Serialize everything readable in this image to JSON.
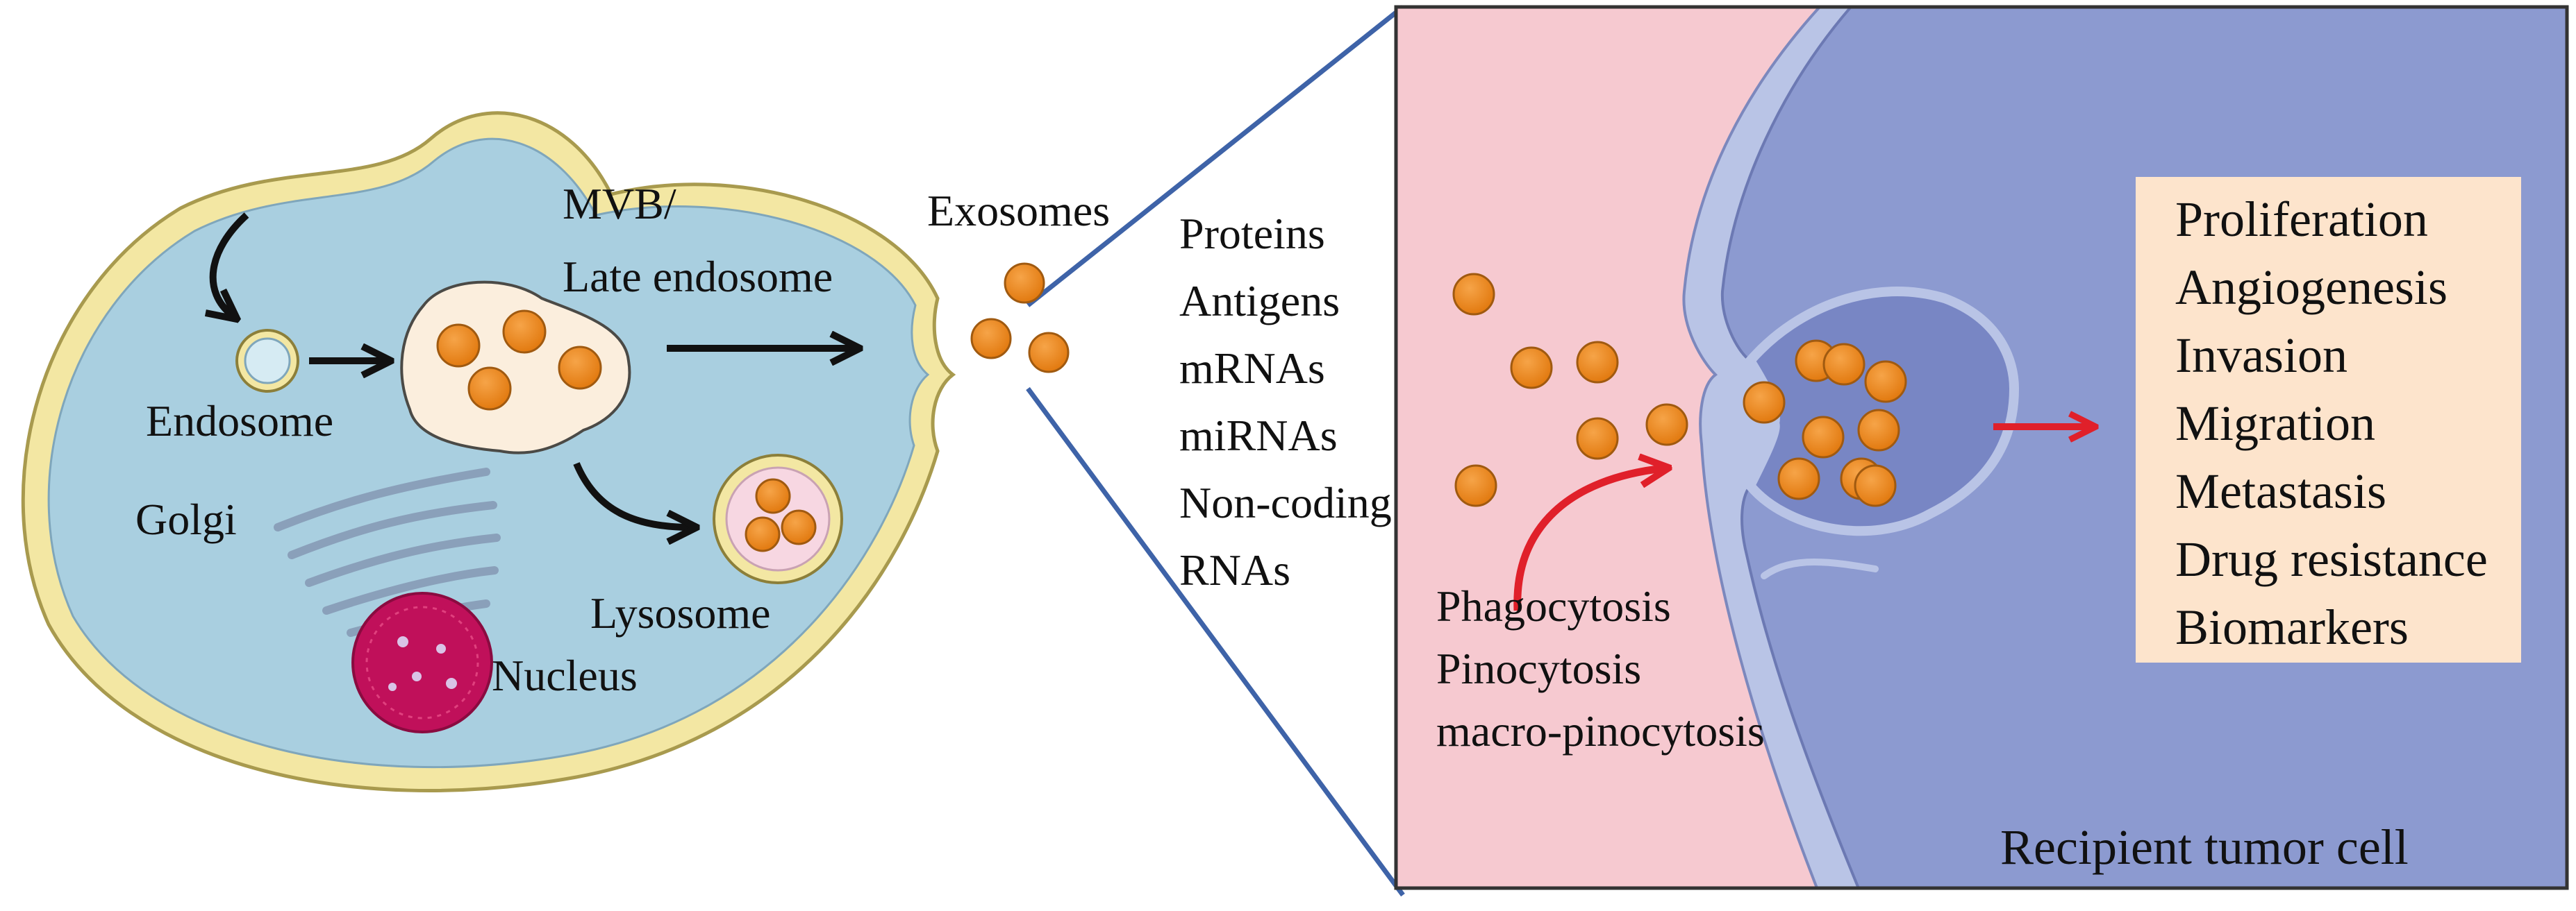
{
  "labels": {
    "mvb_line1": "MVB/",
    "mvb_line2": "Late endosome",
    "endosome": "Endosome",
    "golgi": "Golgi",
    "lysosome": "Lysosome",
    "nucleus": "Nucleus",
    "exosomes": "Exosomes",
    "recipient": "Recipient tumor cell"
  },
  "cargo": [
    "Proteins",
    "Antigens",
    "mRNAs",
    "miRNAs",
    "Non-coding",
    "RNAs"
  ],
  "uptake": [
    "Phagocytosis",
    "Pinocytosis",
    "macro-pinocytosis"
  ],
  "effects": [
    "Proliferation",
    "Angiogenesis",
    "Invasion",
    "Migration",
    "Metastasis",
    "Drug resistance",
    "Biomarkers"
  ],
  "colors": {
    "cytoplasm": "#a9cfe0",
    "membrane": "#f3e7a3",
    "exosome": "#ee8a1e",
    "extracellular": "#f6c9d0",
    "recipient_cell": "#8c9ad0",
    "effects_box": "#fde4cc",
    "arrow_red": "#e0202a",
    "frame_line": "#3e63a8",
    "nucleus": "#c0105a",
    "golgi": "#8aa0ba"
  }
}
